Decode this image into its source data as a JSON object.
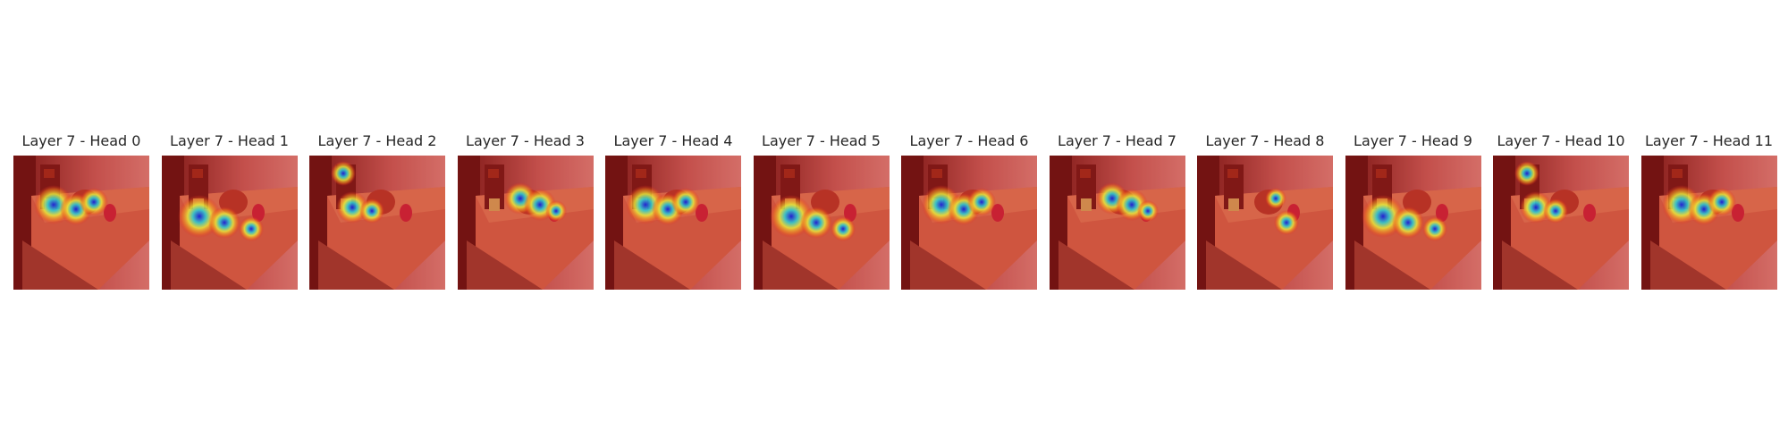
{
  "figure": {
    "panels": [
      {
        "title": "Layer 7 - Head 0",
        "focus": "mug-and-pot"
      },
      {
        "title": "Layer 7 - Head 1",
        "focus": "counter-front"
      },
      {
        "title": "Layer 7 - Head 2",
        "focus": "machine-top"
      },
      {
        "title": "Layer 7 - Head 3",
        "focus": "pot-right"
      },
      {
        "title": "Layer 7 - Head 4",
        "focus": "mug-and-pot"
      },
      {
        "title": "Layer 7 - Head 5",
        "focus": "counter-front"
      },
      {
        "title": "Layer 7 - Head 6",
        "focus": "mug-and-pot"
      },
      {
        "title": "Layer 7 - Head 7",
        "focus": "pot-right"
      },
      {
        "title": "Layer 7 - Head 8",
        "focus": "bottle"
      },
      {
        "title": "Layer 7 - Head 9",
        "focus": "counter-front"
      },
      {
        "title": "Layer 7 - Head 10",
        "focus": "machine-top"
      },
      {
        "title": "Layer 7 - Head 11",
        "focus": "mug-and-pot"
      }
    ]
  }
}
